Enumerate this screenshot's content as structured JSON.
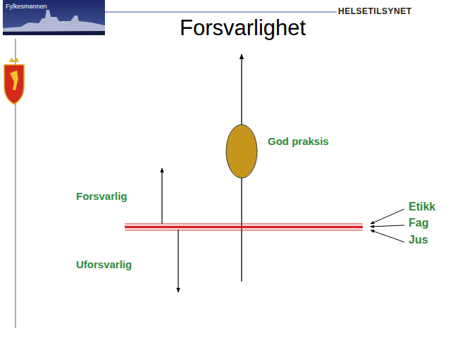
{
  "diagram": {
    "title": "Forsvarlighet",
    "labels": [
      "Fylkesmannen",
      "HELSETILSYNET",
      "God praksis",
      "Forsvarlig",
      "Uforsvarlig",
      "Etikk",
      "Fag",
      "Jus"
    ]
  }
}
